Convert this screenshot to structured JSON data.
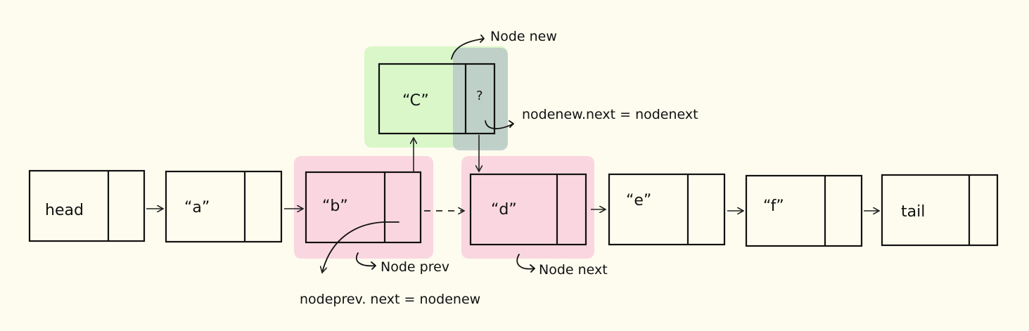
{
  "nodes": [
    {
      "label": "head"
    },
    {
      "label": "“a”"
    },
    {
      "label": "“b”"
    },
    {
      "label": "“d”"
    },
    {
      "label": "“e”"
    },
    {
      "label": "“f”"
    },
    {
      "label": "tail"
    }
  ],
  "new_node": {
    "label": "“C”",
    "pointer": "?"
  },
  "annotations": {
    "node_new": "Node new",
    "new_next_assign": "nodenew.next = nodenext",
    "node_prev": "Node prev",
    "node_next": "Node next",
    "prev_next_assign": "nodeprev. next = nodenew"
  },
  "colors": {
    "green_highlight": "#d9f7c9",
    "blue_highlight": "#b8c9c8",
    "pink_highlight": "#fad7e0"
  }
}
